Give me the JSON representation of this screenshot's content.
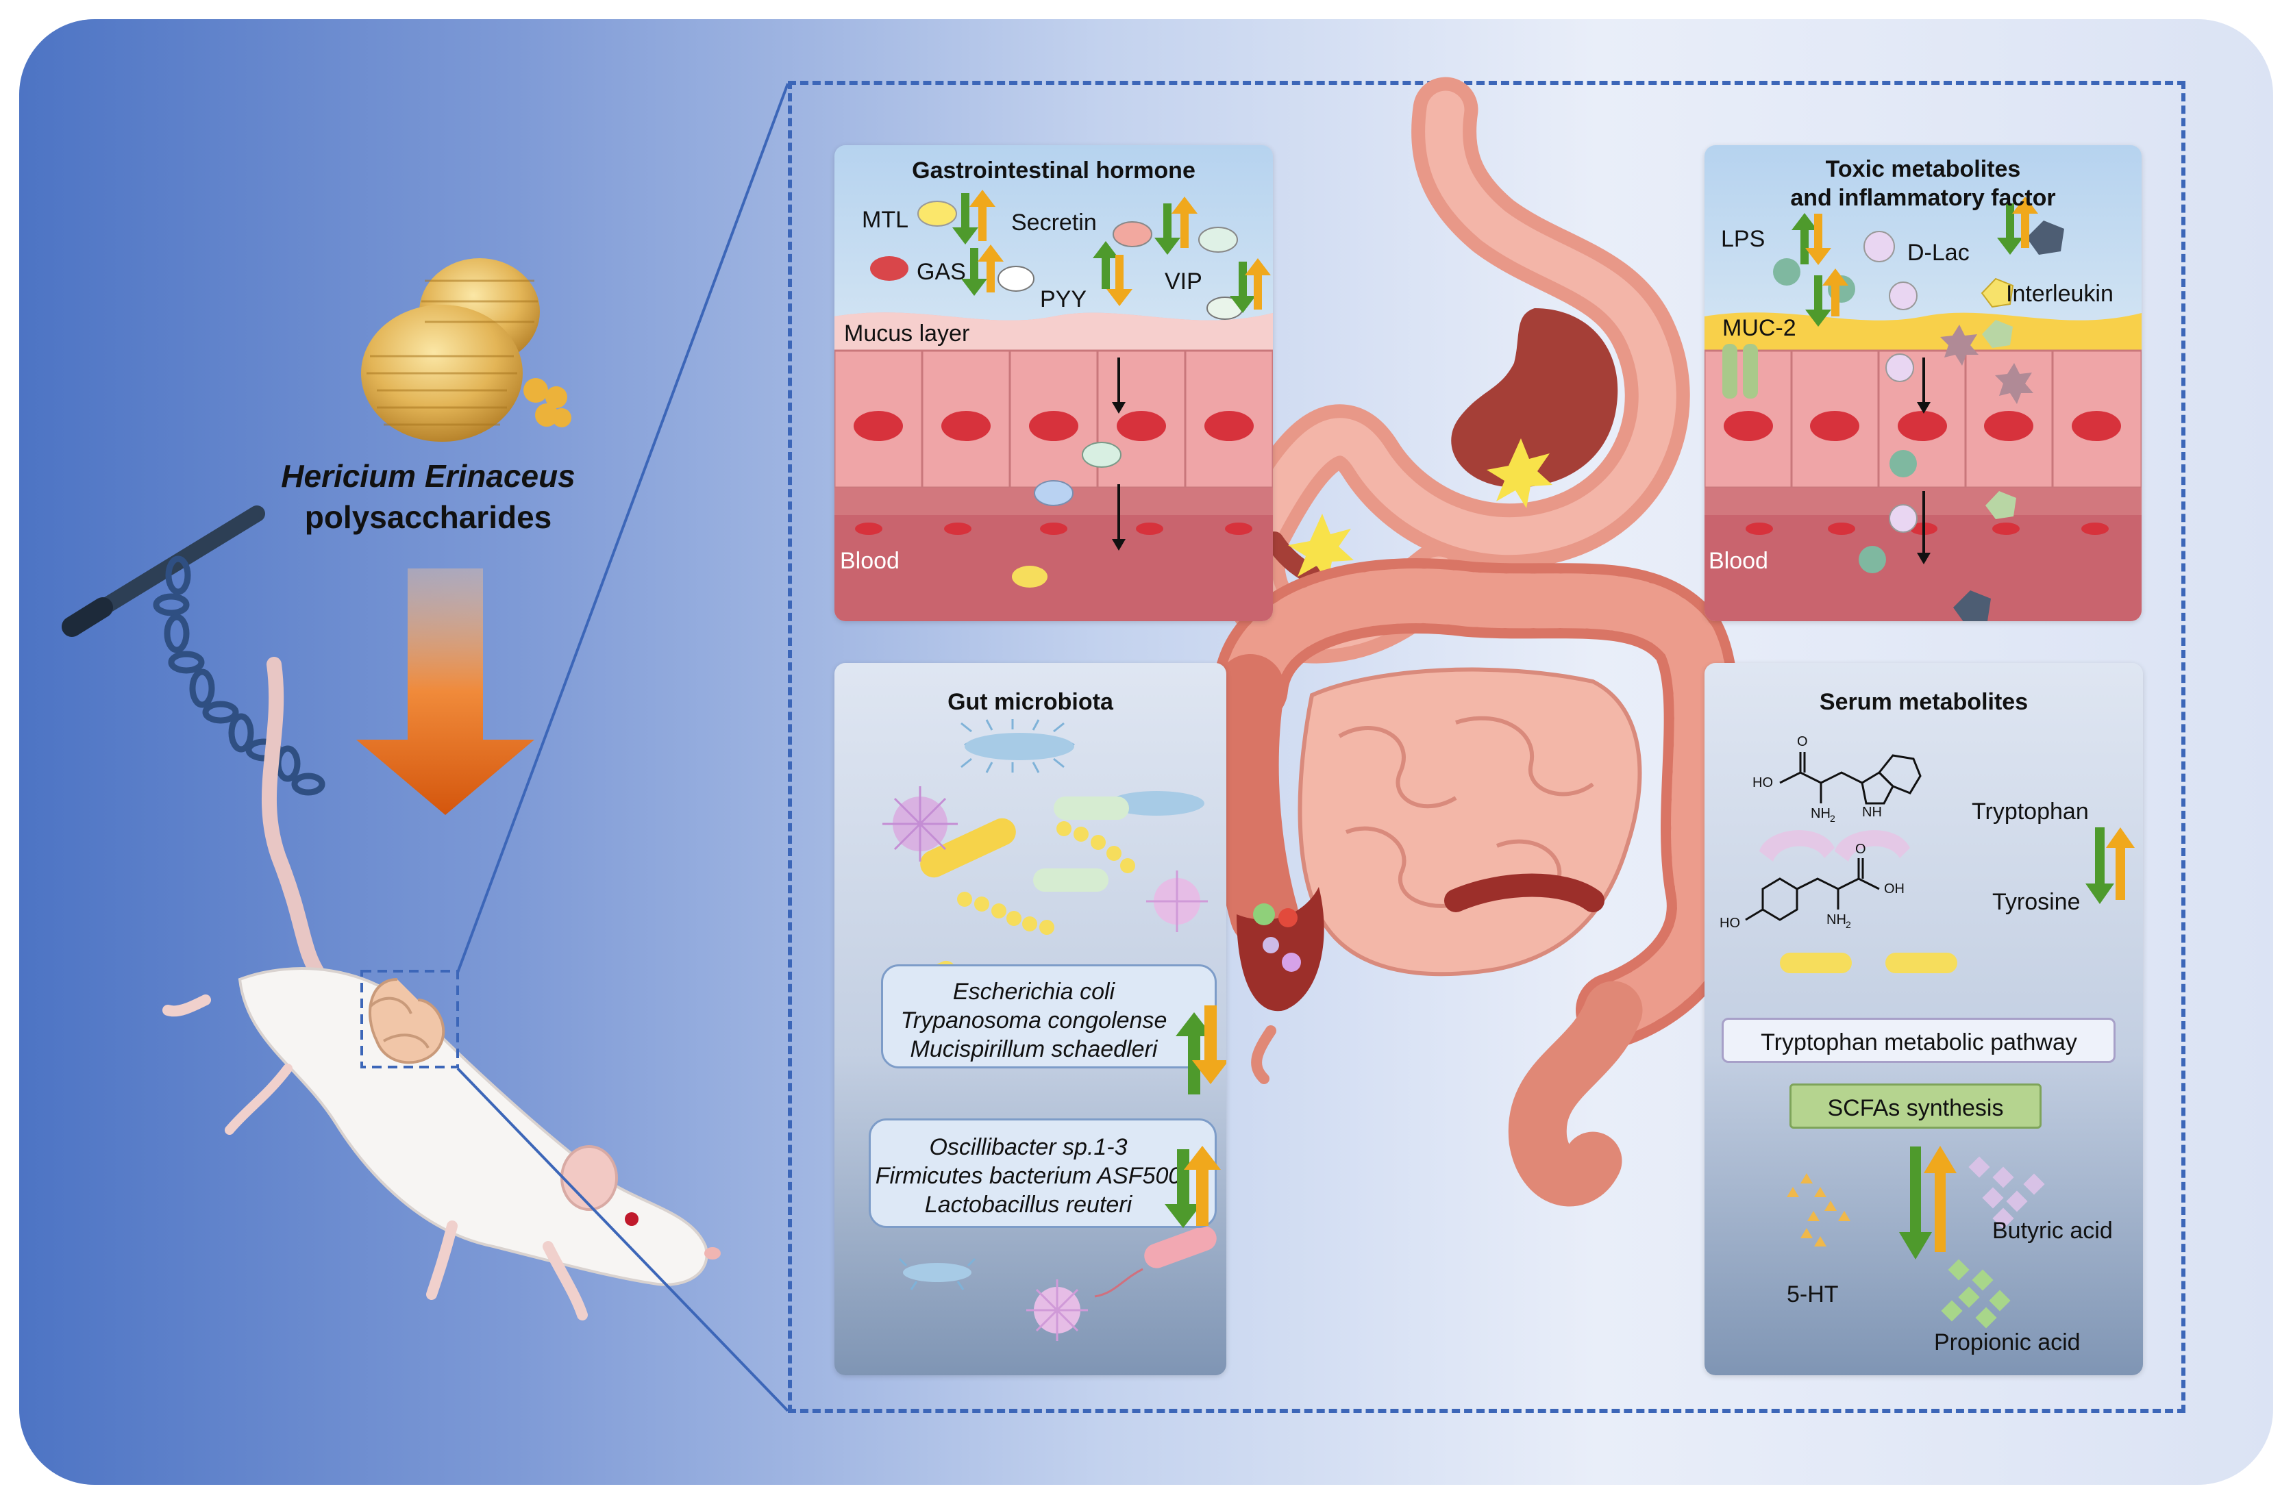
{
  "main": {
    "compound_name": "Hericium Erinaceus",
    "compound_type": "polysaccharides"
  },
  "hormone_panel": {
    "title": "Gastrointestinal hormone",
    "labels": {
      "mtl": "MTL",
      "secretin": "Secretin",
      "gas": "GAS",
      "pyy": "PYY",
      "vip": "VIP",
      "mucus": "Mucus layer",
      "blood": "Blood"
    }
  },
  "toxic_panel": {
    "title_line1": "Toxic metabolites",
    "title_line2": "and inflammatory factor",
    "labels": {
      "lps": "LPS",
      "dlac": "D-Lac",
      "interleukin": "Interleukin",
      "muc2": "MUC-2",
      "blood": "Blood"
    }
  },
  "microbiota_panel": {
    "title": "Gut microbiota",
    "group_up": [
      "Escherichia coli",
      "Trypanosoma congolense",
      "Mucispirillum schaedleri"
    ],
    "group_down": [
      "Oscillibacter sp.1-3",
      "Firmicutes bacterium ASF500",
      "Lactobacillus reuteri"
    ]
  },
  "serum_panel": {
    "title": "Serum metabolites",
    "tryptophan": "Tryptophan",
    "tyrosine": "Tyrosine",
    "pathway": "Tryptophan metabolic pathway",
    "scfa": "SCFAs synthesis",
    "serotonin": "5-HT",
    "butyric": "Butyric acid",
    "propionic": "Propionic acid",
    "chem": {
      "ho": "HO",
      "oh": "OH",
      "o": "O",
      "nh2": "NH",
      "sub2": "2",
      "nh": "NH"
    }
  },
  "colors": {
    "arrow_down": "#4e9a2c",
    "arrow_up": "#f0a81c",
    "stomach": "#e9968a",
    "intestine": "#e58a78",
    "frame": "#3c66b8"
  },
  "icons": [
    "mushroom-icon",
    "rat-icon",
    "chain-icon",
    "stomach-icon",
    "intestine-icon",
    "bacteria-icon",
    "down-arrow-icon",
    "up-arrow-icon"
  ]
}
